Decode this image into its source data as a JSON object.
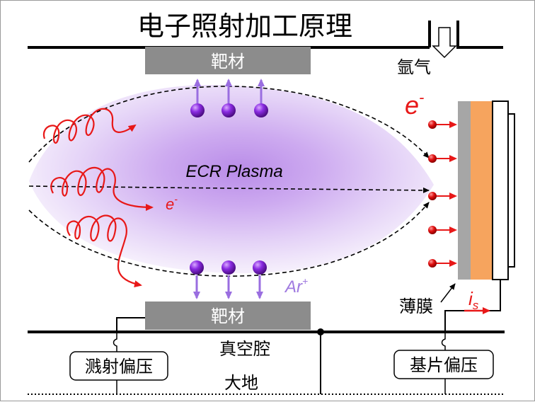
{
  "title": "电子照射加工原理",
  "labels": {
    "target_top": "靶材",
    "target_bottom": "靶材",
    "argon_gas": "氩气",
    "plasma": "ECR Plasma",
    "electron_big": "e",
    "electron_big_sup": "-",
    "electron_small": "e",
    "electron_small_sup": "-",
    "argon_ion": "Ar",
    "argon_ion_sup": "+",
    "film": "薄膜",
    "current": "i",
    "current_sub": "s",
    "vacuum_chamber": "真空腔",
    "ground": "大地",
    "sputter_bias": "溅射偏压",
    "substrate_bias": "基片偏压"
  },
  "colors": {
    "target": "#8c8c8c",
    "plasma_core": "#c8a4ee",
    "plasma_edge": "#f1e9fb",
    "particle": "#7b22c4",
    "ion_arrow": "#9a6ee0",
    "electron": "#e81818",
    "substrate_gray": "#a6a6a6",
    "substrate_orange": "#f6a45e",
    "ion_label": "#a07be0"
  }
}
